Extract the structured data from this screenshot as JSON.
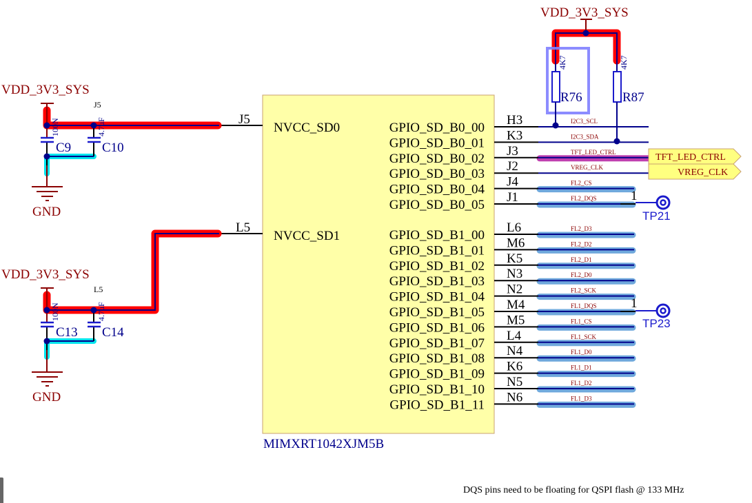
{
  "colors": {
    "power_net": "#8b0000",
    "wire": "#00008b",
    "pin_line": "#000000",
    "component": "#1a1acc",
    "chip_fill": "#ffffa8",
    "chip_border": "#c8a070",
    "highlight_power": "#ff0000",
    "highlight_gnd": "#00e5ee",
    "highlight_flash": "#6fa8dc",
    "highlight_tft": "#c040b0",
    "port_fill": "#ffff80",
    "selection_box": "#8080ff",
    "net_label": "#8b0000"
  },
  "chip": {
    "designator": "MIMXRT1042XJM5B",
    "left_pins": [
      {
        "name": "NVCC_SD0",
        "pad": "J5"
      },
      {
        "name": "NVCC_SD1",
        "pad": "L5"
      }
    ],
    "right_pins_b0": [
      {
        "name": "GPIO_SD_B0_00",
        "pad": "H3",
        "net": "I2C3_SCL"
      },
      {
        "name": "GPIO_SD_B0_01",
        "pad": "K3",
        "net": "I2C3_SDA"
      },
      {
        "name": "GPIO_SD_B0_02",
        "pad": "J3",
        "net": "TFT_LED_CTRL"
      },
      {
        "name": "GPIO_SD_B0_03",
        "pad": "J2",
        "net": "VREG_CLK"
      },
      {
        "name": "GPIO_SD_B0_04",
        "pad": "J4",
        "net": "FL2_CS"
      },
      {
        "name": "GPIO_SD_B0_05",
        "pad": "J1",
        "net": "FL2_DQS"
      }
    ],
    "right_pins_b1": [
      {
        "name": "GPIO_SD_B1_00",
        "pad": "L6",
        "net": "FL2_D3"
      },
      {
        "name": "GPIO_SD_B1_01",
        "pad": "M6",
        "net": "FL2_D2"
      },
      {
        "name": "GPIO_SD_B1_02",
        "pad": "K5",
        "net": "FL2_D1"
      },
      {
        "name": "GPIO_SD_B1_03",
        "pad": "N3",
        "net": "FL2_D0"
      },
      {
        "name": "GPIO_SD_B1_04",
        "pad": "N2",
        "net": "FL2_SCK"
      },
      {
        "name": "GPIO_SD_B1_05",
        "pad": "M4",
        "net": "FL1_DQS"
      },
      {
        "name": "GPIO_SD_B1_06",
        "pad": "M5",
        "net": "FL1_CS"
      },
      {
        "name": "GPIO_SD_B1_07",
        "pad": "L4",
        "net": "FL1_SCK"
      },
      {
        "name": "GPIO_SD_B1_08",
        "pad": "N4",
        "net": "FL1_D0"
      },
      {
        "name": "GPIO_SD_B1_09",
        "pad": "K6",
        "net": "FL1_D1"
      },
      {
        "name": "GPIO_SD_B1_10",
        "pad": "N5",
        "net": "FL1_D2"
      },
      {
        "name": "GPIO_SD_B1_11",
        "pad": "N6",
        "net": "FL1_D3"
      }
    ]
  },
  "decoupling": [
    {
      "power": "VDD_3V3_SYS",
      "gnd": "GND",
      "net_tag": "J5",
      "caps": [
        {
          "ref": "C9",
          "value": "100N"
        },
        {
          "ref": "C10",
          "value": "4.7uF"
        }
      ]
    },
    {
      "power": "VDD_3V3_SYS",
      "gnd": "GND",
      "net_tag": "L5",
      "caps": [
        {
          "ref": "C13",
          "value": "100N"
        },
        {
          "ref": "C14",
          "value": "4.7uF"
        }
      ]
    }
  ],
  "pullups": {
    "power": "VDD_3V3_SYS",
    "resistors": [
      {
        "ref": "R76",
        "value": "4K7"
      },
      {
        "ref": "R87",
        "value": "4K7"
      }
    ]
  },
  "ports": [
    "TFT_LED_CTRL",
    "VREG_CLK"
  ],
  "test_points": [
    {
      "ref": "TP21",
      "pin": "1"
    },
    {
      "ref": "TP23",
      "pin": "1"
    }
  ],
  "note": "DQS pins need to be floating for QSPI flash @ 133 MHz"
}
